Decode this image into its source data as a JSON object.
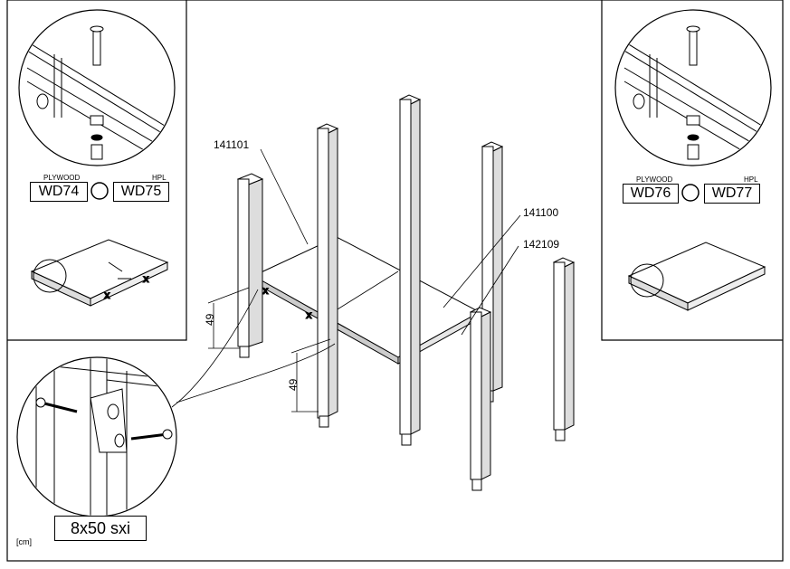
{
  "left_panel": {
    "material_left": "PLYWOOD",
    "material_right": "HPL",
    "code_left": "WD74",
    "code_right": "WD75"
  },
  "right_panel": {
    "material_left": "PLYWOOD",
    "material_right": "HPL",
    "code_left": "WD76",
    "code_right": "WD77"
  },
  "part_numbers": {
    "p1": "141101",
    "p2": "141100",
    "p3": "142109"
  },
  "dimensions": {
    "d1": "49",
    "d2": "49"
  },
  "fastener": "8x50 sxi",
  "unit": "[cm]"
}
